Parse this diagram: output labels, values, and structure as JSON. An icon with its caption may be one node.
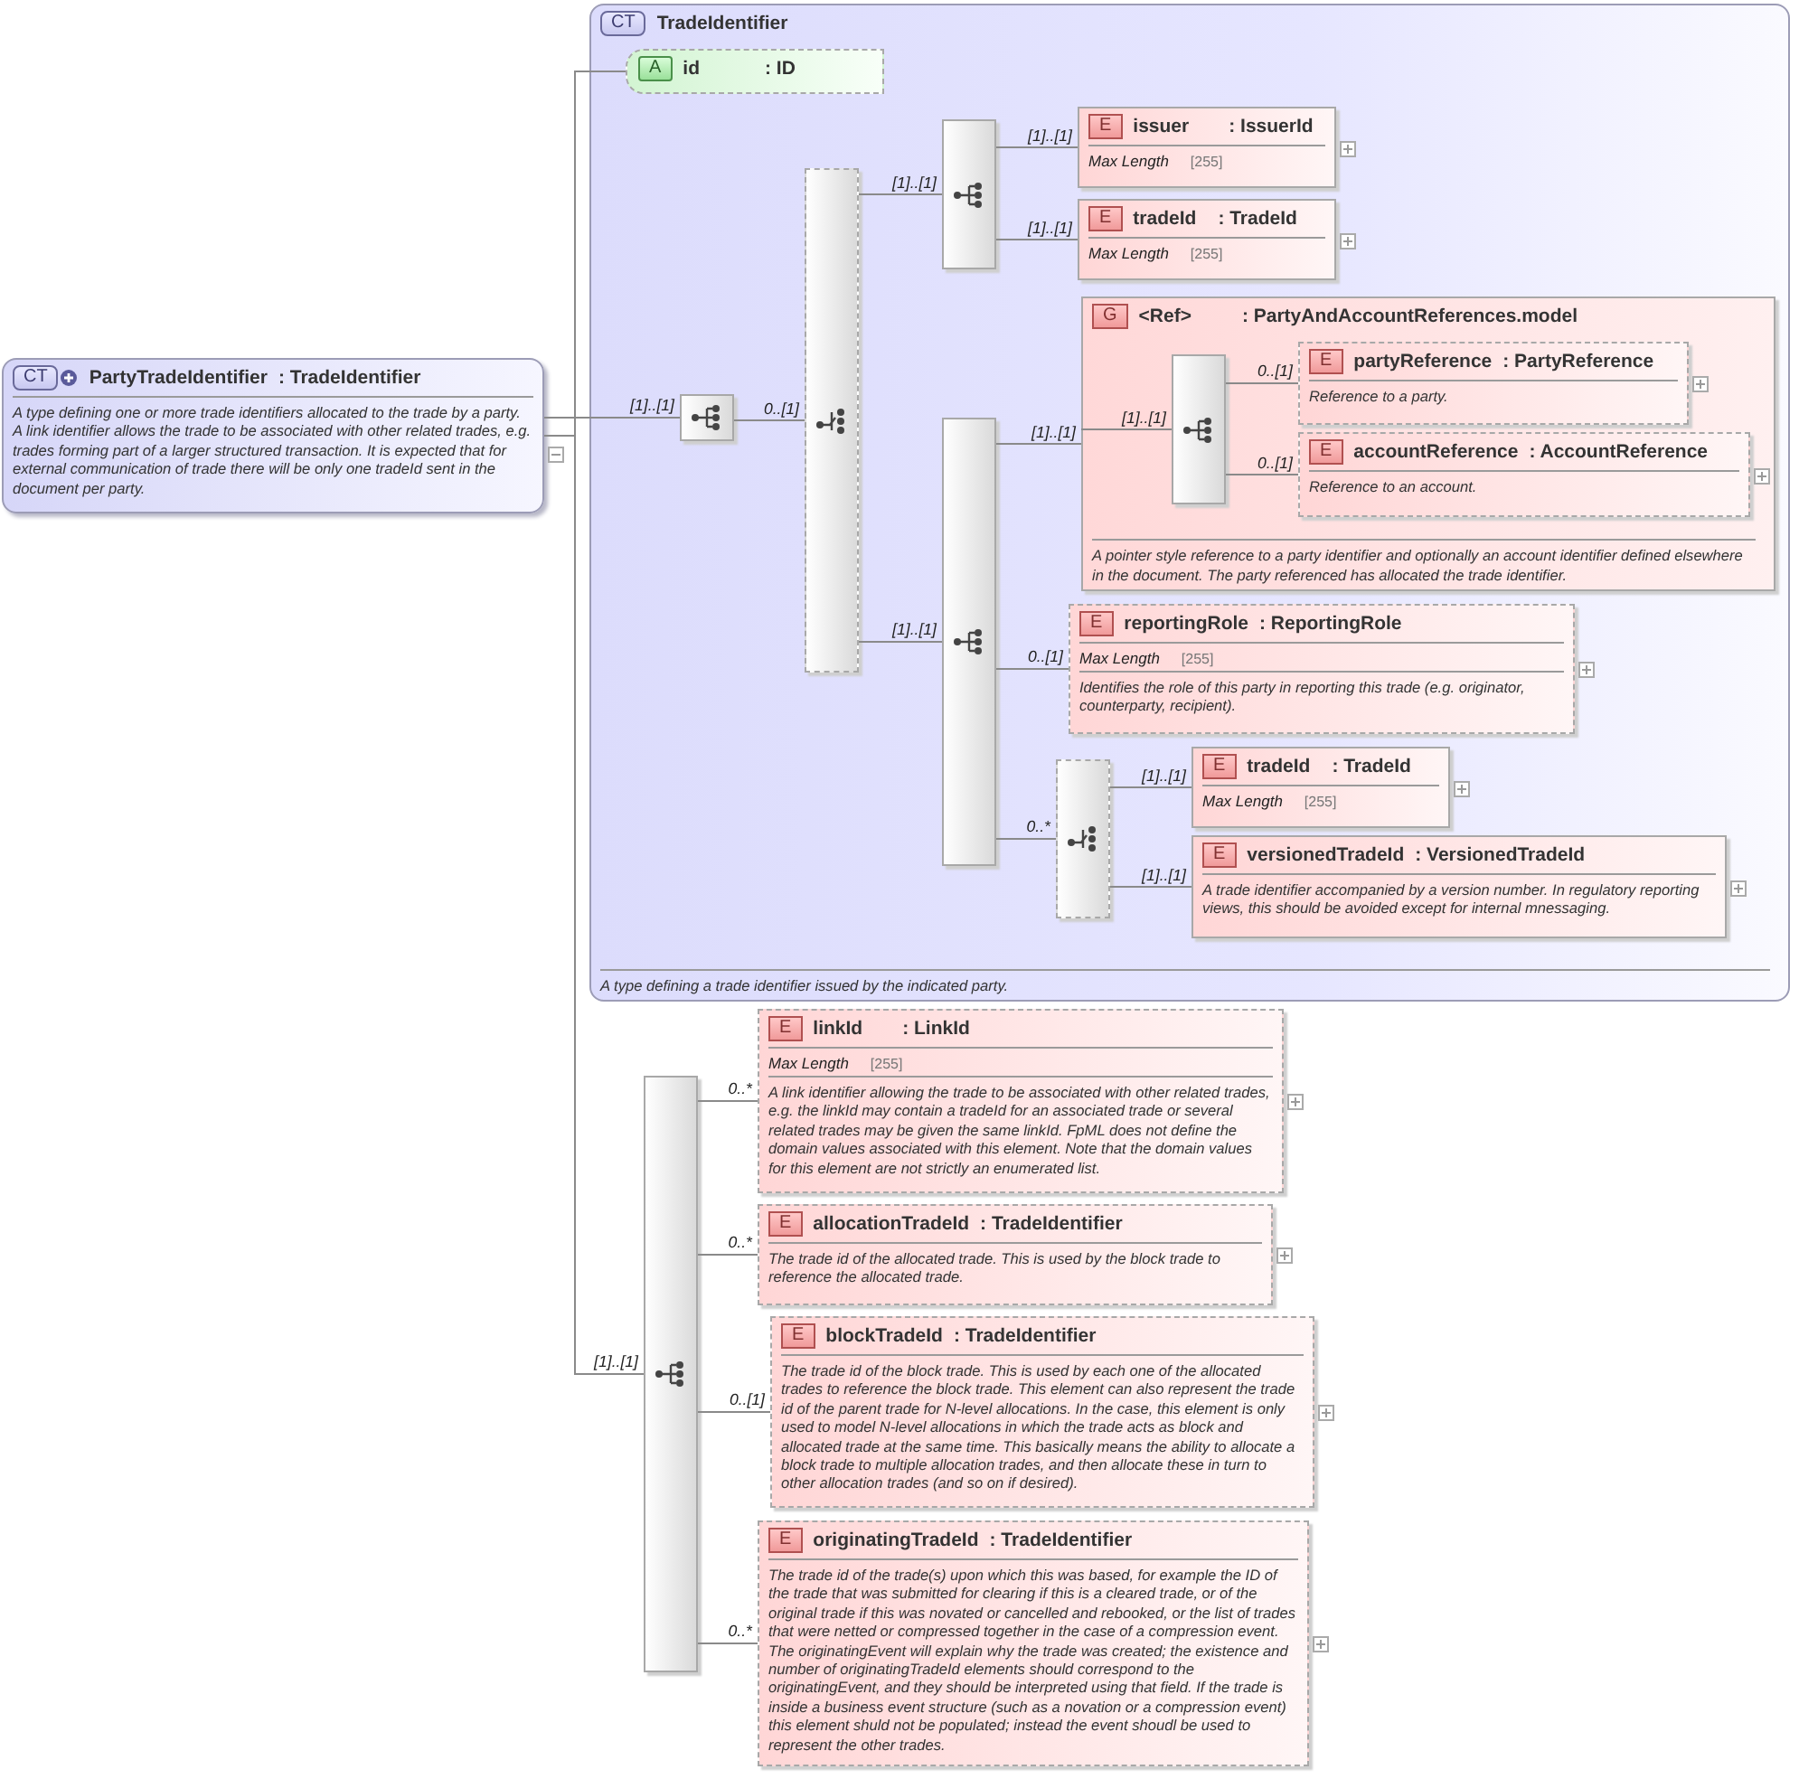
{
  "diagram": {
    "nodes": [
      {
        "text": [
          "CT",
          "PartyTradeIdentifier",
          ": TradeIdentifier",
          "A type defining one or more trade identifiers allocated to the trade by a party. A link identifier allows the trade to be associated with other related trades, e.g. trades forming part of a larger structured transaction. It is expected that for external communication of trade there will be only one tradeId sent in the document per party."
        ]
      },
      {
        "text": [
          "CT",
          "TradeIdentifier",
          "A type defining a trade identifier issued by the indicated party."
        ]
      },
      {
        "text": [
          "A",
          "id",
          ": ID"
        ],
        "in": 1
      },
      {
        "text": [],
        "shape": "box",
        "in": 1
      },
      {
        "text": [],
        "shape": "box",
        "in": 1
      },
      {
        "text": [],
        "shape": "box",
        "in": 1
      },
      {
        "text": [
          "E",
          "issuer",
          ": IssuerId",
          "Max Length",
          "[255]"
        ],
        "in": 1
      },
      {
        "text": [
          "E",
          "tradeId",
          ": TradeId",
          "Max Length",
          "[255]"
        ],
        "in": 1
      },
      {
        "text": [],
        "shape": "box",
        "in": 1
      },
      {
        "text": [
          "G",
          "<Ref>",
          ": PartyAndAccountReferences.model",
          "A pointer style reference to a party identifier and optionally an account identifier defined elsewhere in the document. The party referenced has allocated the trade identifier."
        ],
        "in": 1
      },
      {
        "text": [],
        "shape": "box",
        "in": 9
      },
      {
        "text": [
          "E",
          "partyReference",
          ": PartyReference",
          "Reference to a party."
        ],
        "in": 9
      },
      {
        "text": [
          "E",
          "accountReference",
          ": AccountReference",
          "Reference to an account."
        ],
        "in": 9
      },
      {
        "text": [
          "E",
          "reportingRole",
          ": ReportingRole",
          "Max Length",
          "[255]",
          "Identifies the role of this party in reporting this trade (e.g. originator, counterparty, recipient)."
        ],
        "in": 1
      },
      {
        "text": [],
        "shape": "box",
        "in": 1
      },
      {
        "text": [
          "E",
          "tradeId",
          ": TradeId",
          "Max Length",
          "[255]"
        ],
        "in": 1
      },
      {
        "text": [
          "E",
          "versionedTradeId",
          ": VersionedTradeId",
          "A trade identifier accompanied by a version number. In regulatory reporting views, this should be avoided except for internal mnessaging."
        ],
        "in": 1
      },
      {
        "text": [],
        "shape": "box"
      },
      {
        "text": [
          "E",
          "linkId",
          ": LinkId",
          "Max Length",
          "[255]",
          "A link identifier allowing the trade to be associated with other related trades, e.g. the linkId may contain a tradeId for an associated trade or several related trades may be given the same linkId. FpML does not define the domain values associated with this element. Note that the domain values for this element are not strictly an enumerated list."
        ]
      },
      {
        "text": [
          "E",
          "allocationTradeId",
          ": TradeIdentifier",
          "The trade id of the allocated trade. This is used by the block trade to reference the allocated trade."
        ]
      },
      {
        "text": [
          "E",
          "blockTradeId",
          ": TradeIdentifier",
          "The trade id of the block trade. This is used by each one of the allocated trades to reference the block trade. This element can also represent the trade id of the parent trade for N-level allocations. In the case, this element is only used to model N-level allocations in which the trade acts as block and allocated trade at the same time. This basically means the ability to allocate a block trade to multiple allocation trades, and then allocate these in turn to other allocation trades (and so on if desired)."
        ]
      },
      {
        "text": [
          "E",
          "originatingTradeId",
          ": TradeIdentifier",
          "The trade id of the trade(s) upon which this was based, for example the ID of the trade that was submitted for clearing if this is a cleared trade, or of the original trade if this was novated or cancelled and rebooked, or the list of trades that were netted or compressed together in the case of a compression event. The originatingEvent will explain why the trade was created; the existence and number of originatingTradeId elements should correspond to the originatingEvent, and they should be interpreted using that field. If the trade is inside a business event structure (such as a novation or a compression event) this element shuld not be populated; instead the event shoudl be used to represent the other trades."
        ]
      }
    ],
    "edges": [
      {
        "from": 0,
        "to": 2,
        "arrow": "none"
      },
      {
        "from": 0,
        "to": 3,
        "arrow": "none",
        "label": "[1]..[1]"
      },
      {
        "from": 3,
        "to": 4,
        "arrow": "none",
        "label": "0..[1]"
      },
      {
        "from": 4,
        "to": 5,
        "arrow": "none",
        "label": "[1]..[1]"
      },
      {
        "from": 5,
        "to": 6,
        "arrow": "none",
        "label": "[1]..[1]"
      },
      {
        "from": 5,
        "to": 7,
        "arrow": "none",
        "label": "[1]..[1]"
      },
      {
        "from": 4,
        "to": 8,
        "arrow": "none",
        "label": "[1]..[1]"
      },
      {
        "from": 8,
        "to": 9,
        "arrow": "none",
        "label": "[1]..[1]"
      },
      {
        "from": 9,
        "to": 10,
        "arrow": "none",
        "label": "[1]..[1]"
      },
      {
        "from": 10,
        "to": 11,
        "arrow": "none",
        "label": "0..[1]"
      },
      {
        "from": 10,
        "to": 12,
        "arrow": "none",
        "label": "0..[1]"
      },
      {
        "from": 8,
        "to": 13,
        "arrow": "none",
        "label": "0..[1]"
      },
      {
        "from": 8,
        "to": 14,
        "arrow": "none",
        "label": "0..*"
      },
      {
        "from": 14,
        "to": 15,
        "arrow": "none",
        "label": "[1]..[1]"
      },
      {
        "from": 14,
        "to": 16,
        "arrow": "none",
        "label": "[1]..[1]"
      },
      {
        "from": 0,
        "to": 17,
        "arrow": "none",
        "label": "[1]..[1]"
      },
      {
        "from": 17,
        "to": 18,
        "arrow": "none",
        "label": "0..*"
      },
      {
        "from": 17,
        "to": 19,
        "arrow": "none",
        "label": "0..*"
      },
      {
        "from": 17,
        "to": 20,
        "arrow": "none",
        "label": "0..[1]"
      },
      {
        "from": 17,
        "to": 21,
        "arrow": "none",
        "label": "0..*"
      }
    ]
  }
}
